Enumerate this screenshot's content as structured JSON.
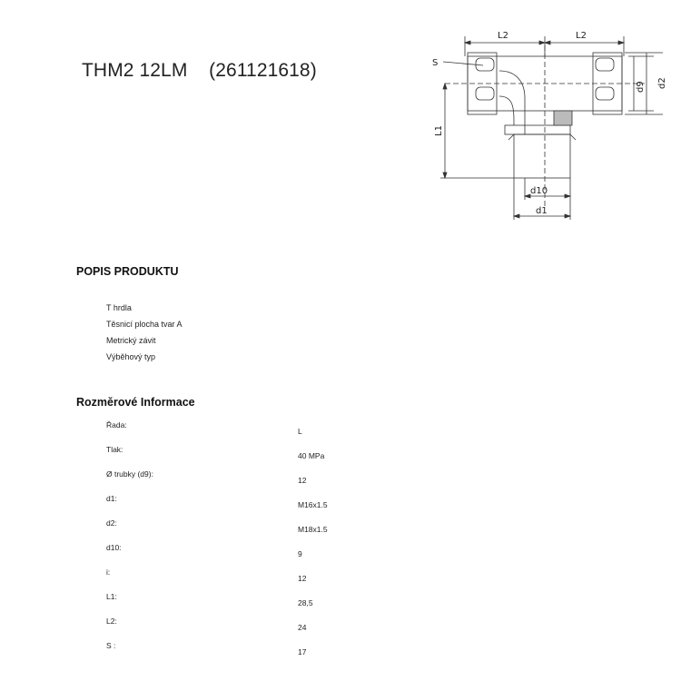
{
  "title": "THM2 12LM    (261121618)",
  "drawing": {
    "labels": {
      "l2_left": "L2",
      "l2_right": "L2",
      "s": "S",
      "d9": "d9",
      "d2": "d2",
      "l1": "L1",
      "d10": "d10",
      "d1": "d1"
    }
  },
  "popis": {
    "heading": "POPIS PRODUKTU",
    "items": [
      "T hrdla",
      "Těsnicí plocha tvar A",
      "Metrický závit",
      "Výběhový typ"
    ]
  },
  "rozmery": {
    "heading": "Rozměrové Informace",
    "rows": [
      {
        "label": "Řada:",
        "value": "L"
      },
      {
        "label": "Tlak:",
        "value": "40  MPa"
      },
      {
        "label": "Ø trubky (d9):",
        "value": "12"
      },
      {
        "label": "d1:",
        "value": "M16x1.5"
      },
      {
        "label": "d2:",
        "value": "M18x1.5"
      },
      {
        "label": "d10:",
        "value": "9"
      },
      {
        "label": "i:",
        "value": "12"
      },
      {
        "label": "L1:",
        "value": "28,5"
      },
      {
        "label": "L2:",
        "value": "24"
      },
      {
        "label": "S :",
        "value": "17"
      }
    ]
  }
}
